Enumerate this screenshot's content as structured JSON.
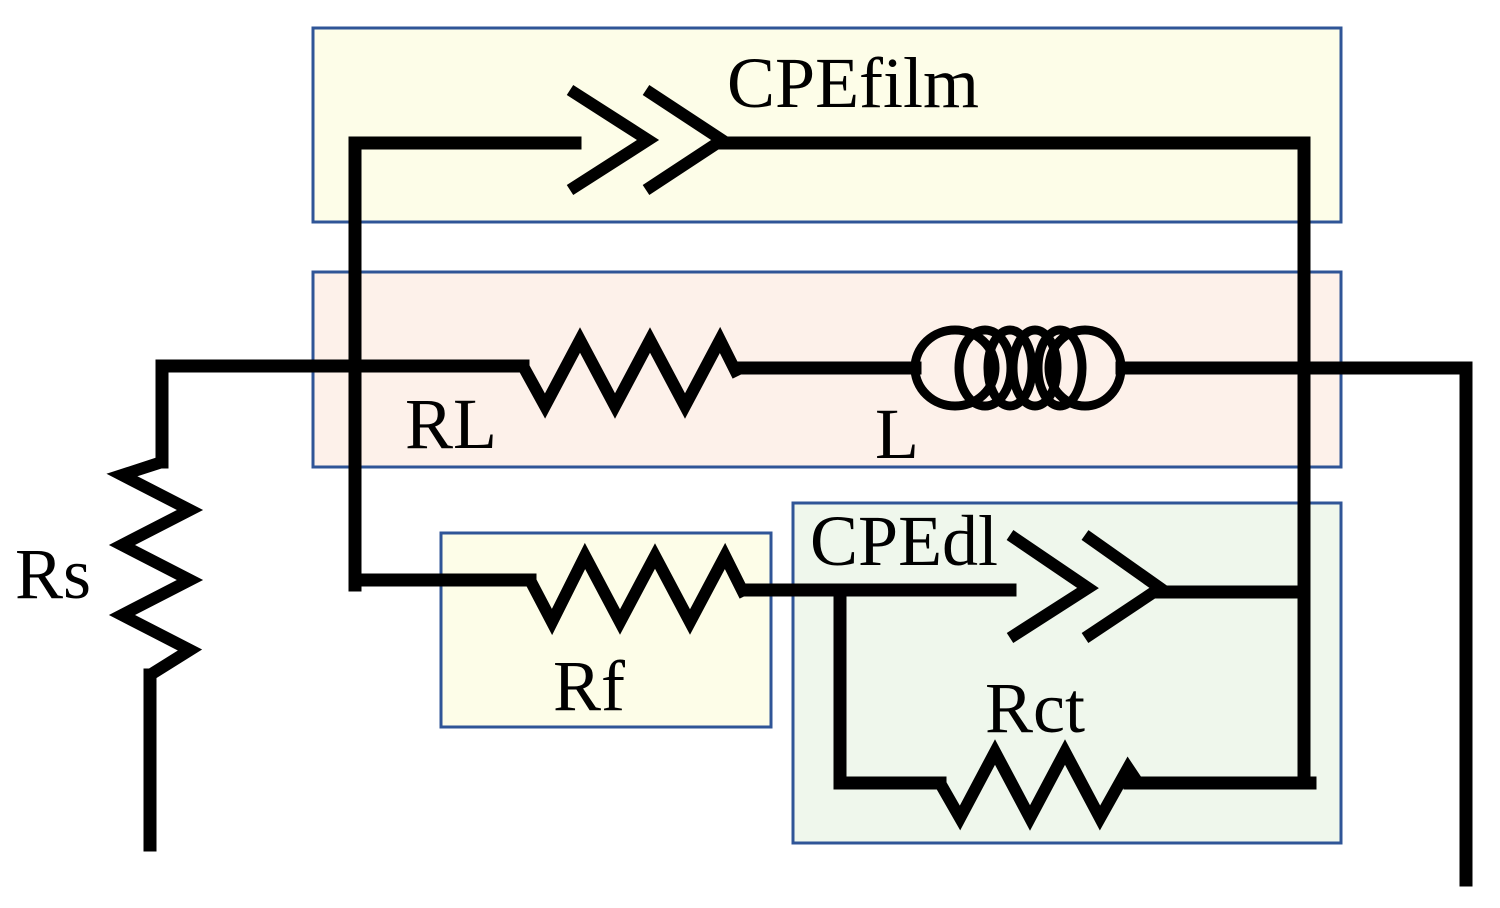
{
  "diagram": {
    "labels": {
      "cpe_film": "CPEfilm",
      "rl": "RL",
      "l": "L",
      "rs": "Rs",
      "rf": "Rf",
      "cpe_dl": "CPEdl",
      "rct": "Rct"
    },
    "colors": {
      "wire": "#000000",
      "box_border": "#2f5597",
      "cpe_film_box_fill": "#fdfde8",
      "rl_l_box_fill": "#fdf1ea",
      "rf_box_fill": "#fdfde8",
      "cpe_dl_box_fill": "#eff7ec"
    }
  }
}
